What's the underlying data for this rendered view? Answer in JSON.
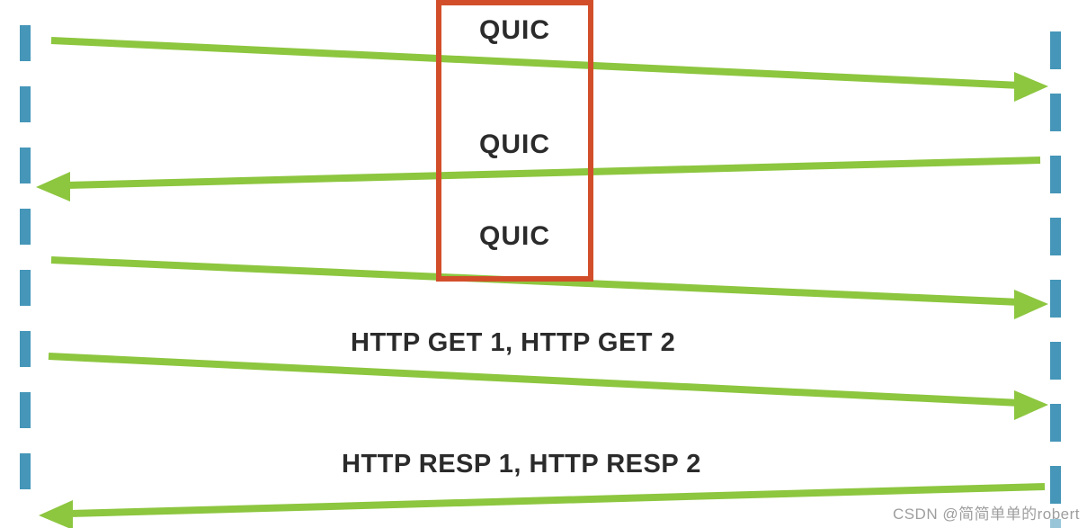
{
  "diagram": {
    "type": "sequence-diagram",
    "description": "QUIC connection establishment (three QUIC handshake messages inside highlighted box) followed by multiplexed HTTP requests and responses between two dashed lifelines"
  },
  "handshake_box": {
    "labels": [
      "QUIC",
      "QUIC",
      "QUIC"
    ]
  },
  "messages": [
    {
      "label": "QUIC",
      "direction": "left-to-right"
    },
    {
      "label": "QUIC",
      "direction": "right-to-left"
    },
    {
      "label": "QUIC",
      "direction": "left-to-right"
    },
    {
      "label": "HTTP GET 1, HTTP GET 2",
      "direction": "left-to-right"
    },
    {
      "label": "HTTP RESP 1, HTTP RESP 2",
      "direction": "right-to-left"
    }
  ],
  "labels": {
    "http_get": "HTTP GET 1, HTTP GET 2",
    "http_resp": "HTTP RESP 1, HTTP RESP 2"
  },
  "watermark": "CSDN @简简单单的robert",
  "colors": {
    "arrow_green": "#8dc63f",
    "lifeline_blue": "#4596b8",
    "box_red": "#d24e2a",
    "text_dark": "#2b2b2b",
    "watermark_gray": "#9e9e9e"
  }
}
